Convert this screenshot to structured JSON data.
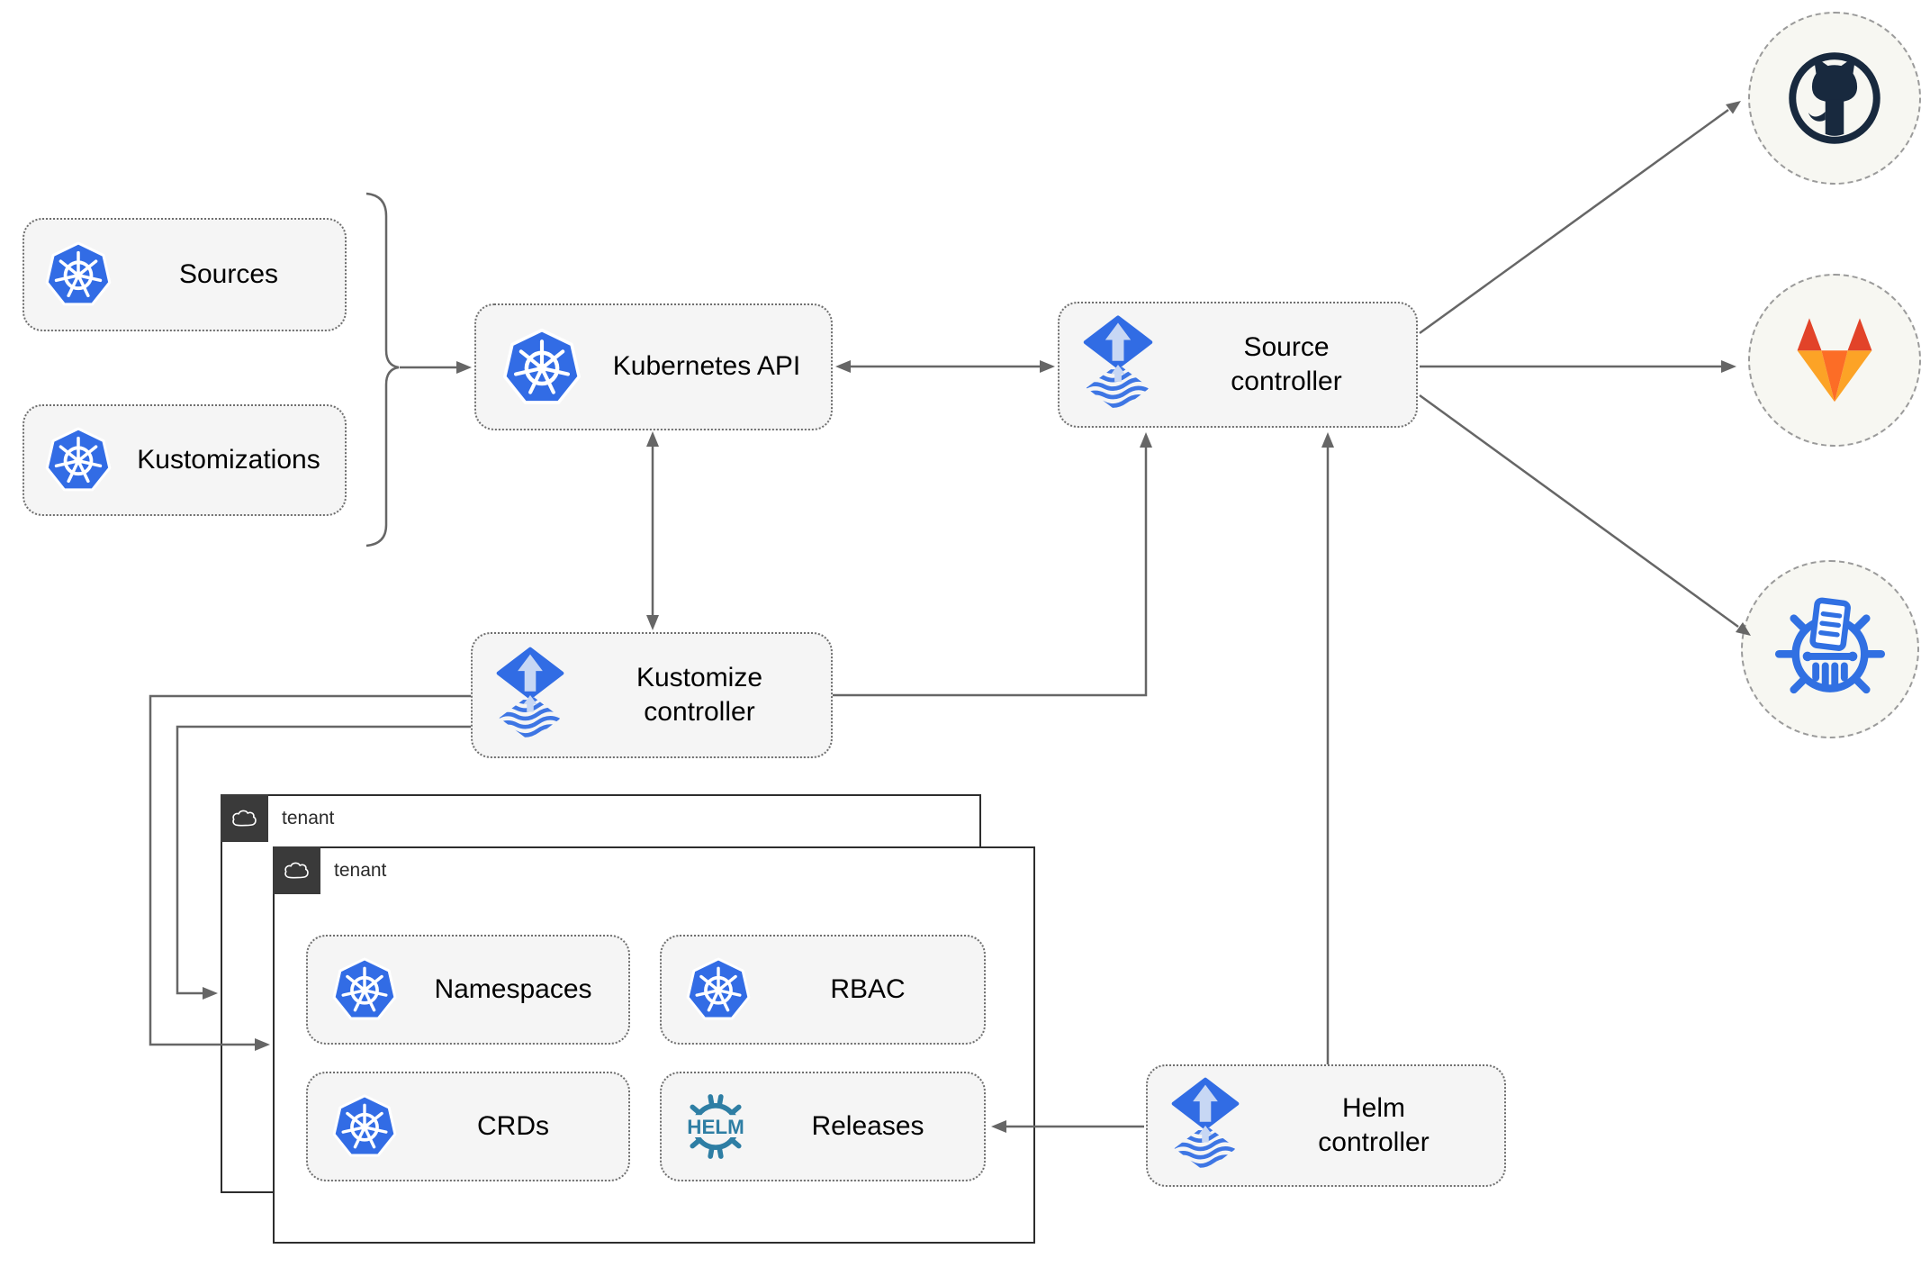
{
  "nodes": {
    "sources": {
      "label": "Sources",
      "icon": "kubernetes"
    },
    "kustomizations": {
      "label": "Kustomizations",
      "icon": "kubernetes"
    },
    "kubernetes_api": {
      "label": "Kubernetes API",
      "icon": "kubernetes"
    },
    "source_controller": {
      "label": "Source controller",
      "icon": "flux"
    },
    "kustomize_controller": {
      "label": "Kustomize controller",
      "icon": "flux"
    },
    "helm_controller": {
      "label": "Helm controller",
      "icon": "flux"
    },
    "tenant_back": {
      "label": "tenant",
      "icon": "cloud"
    },
    "tenant_front": {
      "label": "tenant",
      "icon": "cloud"
    },
    "namespaces": {
      "label": "Namespaces",
      "icon": "kubernetes"
    },
    "rbac": {
      "label": "RBAC",
      "icon": "kubernetes"
    },
    "crds": {
      "label": "CRDs",
      "icon": "kubernetes"
    },
    "releases": {
      "label": "Releases",
      "icon": "helm"
    }
  },
  "logos": {
    "helm_text": "HELM"
  },
  "externals": [
    {
      "name": "github",
      "icon": "github-icon"
    },
    {
      "name": "gitlab",
      "icon": "gitlab-icon"
    },
    {
      "name": "chartmuseum",
      "icon": "chartmuseum-icon"
    }
  ],
  "edges": [
    {
      "from": "sources+kustomizations",
      "to": "kubernetes_api",
      "style": "brace-arrow"
    },
    {
      "from": "kubernetes_api",
      "to": "source_controller",
      "style": "double-arrow"
    },
    {
      "from": "kubernetes_api",
      "to": "kustomize_controller",
      "style": "double-arrow"
    },
    {
      "from": "kustomize_controller",
      "to": "source_controller",
      "style": "arrow"
    },
    {
      "from": "helm_controller",
      "to": "source_controller",
      "style": "arrow"
    },
    {
      "from": "helm_controller",
      "to": "releases",
      "style": "arrow"
    },
    {
      "from": "kustomize_controller",
      "to": "tenant_front",
      "style": "arrow"
    },
    {
      "from": "kustomize_controller",
      "to": "tenant_back",
      "style": "arrow"
    },
    {
      "from": "source_controller",
      "to": "github",
      "style": "arrow"
    },
    {
      "from": "source_controller",
      "to": "gitlab",
      "style": "arrow"
    },
    {
      "from": "source_controller",
      "to": "chartmuseum",
      "style": "arrow"
    }
  ],
  "colors": {
    "kubernetes_blue": "#326CE5",
    "flux_blue": "#316CE4",
    "flux_arrow_light": "#C7D7F4",
    "helm_teal": "#2E7EA4",
    "github_navy": "#18293E",
    "gitlab_red": "#E24329",
    "gitlab_orange": "#FC6D26",
    "gitlab_amber": "#FCA326",
    "chartmuseum_blue": "#3170E2",
    "node_fill": "#F5F5F5",
    "arrow_gray": "#666666",
    "tenant_header": "#3A3A3A",
    "circle_bg": "#F7F7F2"
  }
}
